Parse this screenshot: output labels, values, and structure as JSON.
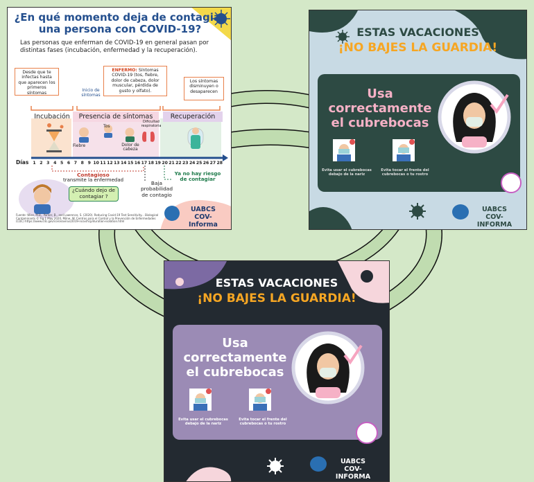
{
  "card1": {
    "title_line1": "¿En qué momento deja de contagiar",
    "title_line2": "una persona con COVID-19?",
    "intro": "Las personas que enferman de COVID-19 en general pasan por distintas fases (incubación, enfermedad y la recuperación).",
    "note_infect": "Desde que te infectas hasta que aparecen los primeros síntomas",
    "note_sick_label": "ENFERMO:",
    "note_sick": "Síntomas COVID-19 (tos, fiebre, dolor de cabeza, dolor muscular, pérdida de gusto y olfato).",
    "note_decrease": "Los síntomas disminuyen o desaparecen",
    "onset_label": "Inicio de síntomas",
    "phase_incubation": "Incubación",
    "phase_symptoms": "Presencia de síntomas",
    "phase_recovery": "Recuperación",
    "symptom_fever": "Fiebre",
    "symptom_cough": "Tos",
    "symptom_headache": "Dolor de cabeza",
    "symptom_breath": "Dificultad respiratoria",
    "days_label": "Días",
    "days": [
      "1",
      "2",
      "3",
      "4",
      "5",
      "6",
      "7",
      "8",
      "9",
      "10",
      "11",
      "12",
      "13",
      "14",
      "15",
      "16",
      "17",
      "18",
      "19",
      "20",
      "21",
      "22",
      "23",
      "24",
      "25",
      "26",
      "27",
      "28"
    ],
    "contagious_label": "Contagioso",
    "contagious_sub": "transmite la enfermedad",
    "low_prob": "Baja probabilidad de contagio",
    "no_risk": "Ya no hay riesgo de contagiar",
    "question": "¿Cuándo dejo de contagiar ?",
    "source": "Fuente: Wise, M.B., Parker, B., and Lawrence, S. (2020). Reducing Covid-19 Test Sensitivity... Biological Contaminants © Fig.1 May 2020, Milne, W. Centros para el Control y la Prevención de Enfermedades (CDC) https://www.cdc.gov/coronavirus/2019-ncov/hcp/duration-isolation.html",
    "brand_line1": "UABCS",
    "brand_line2": "COV-Informa"
  },
  "card2": {
    "heading1": "ESTAS VACACIONES",
    "heading2": "¡NO BAJES LA GUARDIA!",
    "usa_line1": "Usa",
    "usa_line2": "correctamente",
    "usa_line3": "el cubrebocas",
    "caption1": "Evita usar el cubrebocas debajo de la nariz",
    "caption2": "Evita tocar el frente del cubrebocas o tu rostro",
    "brand_line1": "UABCS",
    "brand_line2": "COV-INFORMA"
  },
  "card3": {
    "heading1": "ESTAS VACACIONES",
    "heading2": "¡NO BAJES LA GUARDIA!",
    "usa_line1": "Usa",
    "usa_line2": "correctamente",
    "usa_line3": "el cubrebocas",
    "caption1": "Evita usar el cubrebocas debajo de la nariz",
    "caption2": "Evita tocar el frente del cubrebocas o tu rostro",
    "brand_line1": "UABCS",
    "brand_line2": "COV-INFORMA"
  },
  "colors": {
    "background": "#d4e8c8",
    "title_blue": "#244f8e",
    "accent_orange": "#e8804a",
    "card2_green": "#2d4a43",
    "card3_purple": "#9b8bb5",
    "usa_pink": "#f6b1c6"
  }
}
